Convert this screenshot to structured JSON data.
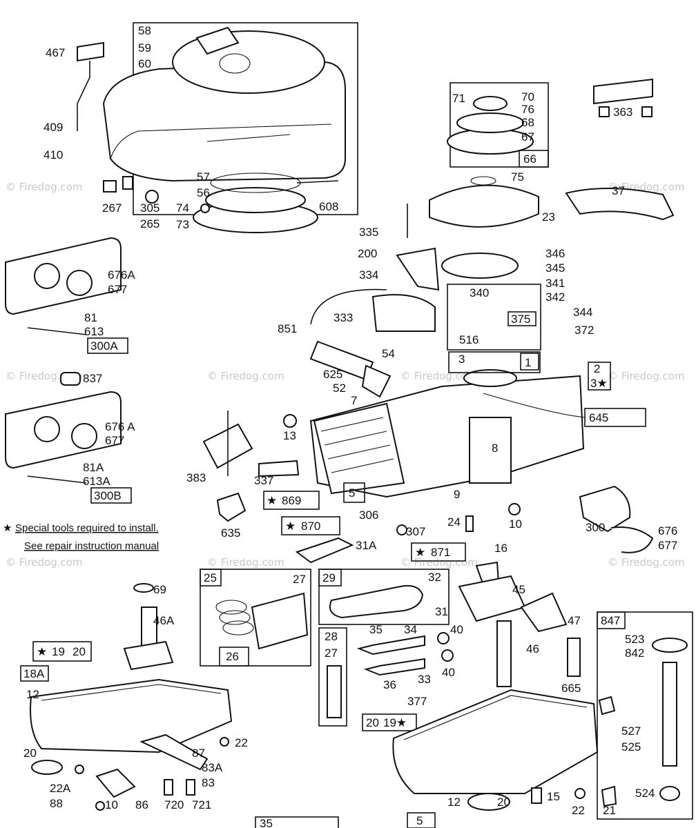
{
  "watermark": "© Firedog.com",
  "notes": {
    "line1": "Special tools required to install.",
    "line2": "See repair instruction manual"
  },
  "labels": [
    "58",
    "59",
    "60",
    "467",
    "409",
    "410",
    "267",
    "305",
    "265",
    "74",
    "73",
    "57",
    "56",
    "608",
    "71",
    "70",
    "76",
    "68",
    "67",
    "66",
    "75",
    "23",
    "363",
    "37",
    "335",
    "200",
    "346",
    "345",
    "341",
    "342",
    "334",
    "340",
    "375",
    "344",
    "372",
    "851",
    "333",
    "516",
    "676A",
    "677",
    "81",
    "613",
    "300A",
    "837",
    "676 A",
    "677",
    "81A",
    "613A",
    "300B",
    "54",
    "625",
    "52",
    "3",
    "1",
    "2",
    "3★",
    "645",
    "7",
    "13",
    "8",
    "383",
    "337",
    "869",
    "5",
    "9",
    "10",
    "635",
    "306",
    "870",
    "307",
    "24",
    "871",
    "31A",
    "300",
    "676",
    "677",
    "16",
    "25",
    "27",
    "26",
    "29",
    "32",
    "31",
    "45",
    "47",
    "28",
    "27",
    "35",
    "34",
    "40",
    "33",
    "36",
    "40",
    "46",
    "665",
    "69",
    "46A",
    "19",
    "20",
    "18A",
    "12",
    "22",
    "20",
    "87",
    "83A",
    "83",
    "22A",
    "88",
    "10",
    "86",
    "720",
    "721",
    "377",
    "20",
    "19★",
    "12",
    "20",
    "15",
    "22",
    "21",
    "847",
    "523",
    "842",
    "527",
    "525",
    "524",
    "35",
    "5"
  ]
}
